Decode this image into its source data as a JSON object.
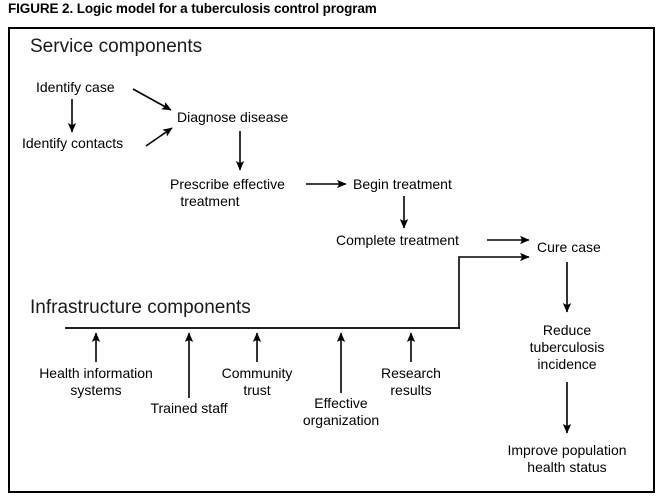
{
  "figure": {
    "caption": "FIGURE 2. Logic model for a tuberculosis control program"
  },
  "sections": {
    "service": {
      "heading": "Service components"
    },
    "infrastructure": {
      "heading": "Infrastructure components"
    }
  },
  "nodes": {
    "identify_case": "Identify case",
    "identify_contacts": "Identify contacts",
    "diagnose_disease": "Diagnose disease",
    "prescribe_line1": "Prescribe effective",
    "prescribe_line2": "treatment",
    "begin_treatment": "Begin treatment",
    "complete_treatment": "Complete treatment",
    "cure_case": "Cure case",
    "reduce_line1": "Reduce",
    "reduce_line2": "tuberculosis",
    "reduce_line3": "incidence",
    "improve_line1": "Improve population",
    "improve_line2": "health status",
    "health_info_line1": "Health information",
    "health_info_line2": "systems",
    "trained_staff": "Trained staff",
    "community_line1": "Community",
    "community_line2": "trust",
    "effective_org_line1": "Effective",
    "effective_org_line2": "organization",
    "research_line1": "Research",
    "research_line2": "results"
  },
  "colors": {
    "ink": "#000000",
    "heading": "#1a1a1a",
    "background": "#ffffff",
    "border": "#000000"
  }
}
